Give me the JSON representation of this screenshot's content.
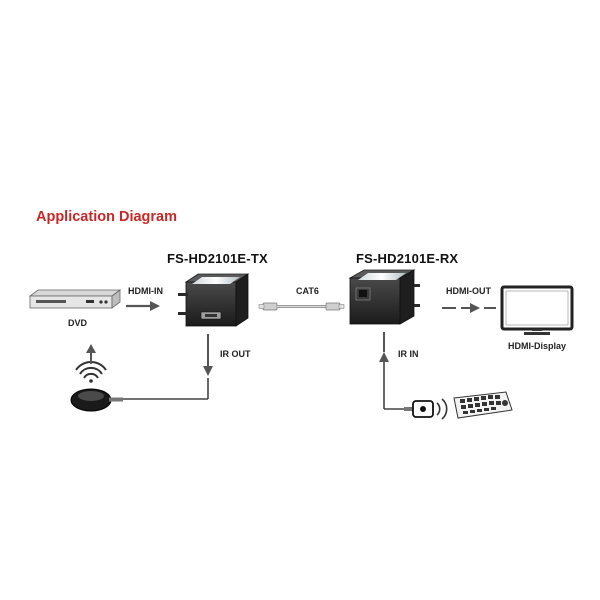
{
  "title": "Application Diagram",
  "colors": {
    "title": "#c62828",
    "arrow": "#555555",
    "device": "#2a2a2a",
    "line": "#444444"
  },
  "transmitter": {
    "model": "FS-HD2101E-TX"
  },
  "receiver": {
    "model": "FS-HD2101E-RX"
  },
  "labels": {
    "dvd": "DVD",
    "hdmi_in": "HDMI-IN",
    "cat6": "CAT6",
    "ir_out": "IR OUT",
    "ir_in": "IR IN",
    "hdmi_out": "HDMI-OUT",
    "hdmi_display": "HDMI-Display"
  },
  "icons": [
    "dvd-player-icon",
    "ir-emitter-icon",
    "wireless-signal-icon",
    "tx-extender-icon",
    "rx-extender-icon",
    "cat6-cable-icon",
    "hdmi-display-icon",
    "ir-receiver-icon",
    "remote-control-icon"
  ]
}
